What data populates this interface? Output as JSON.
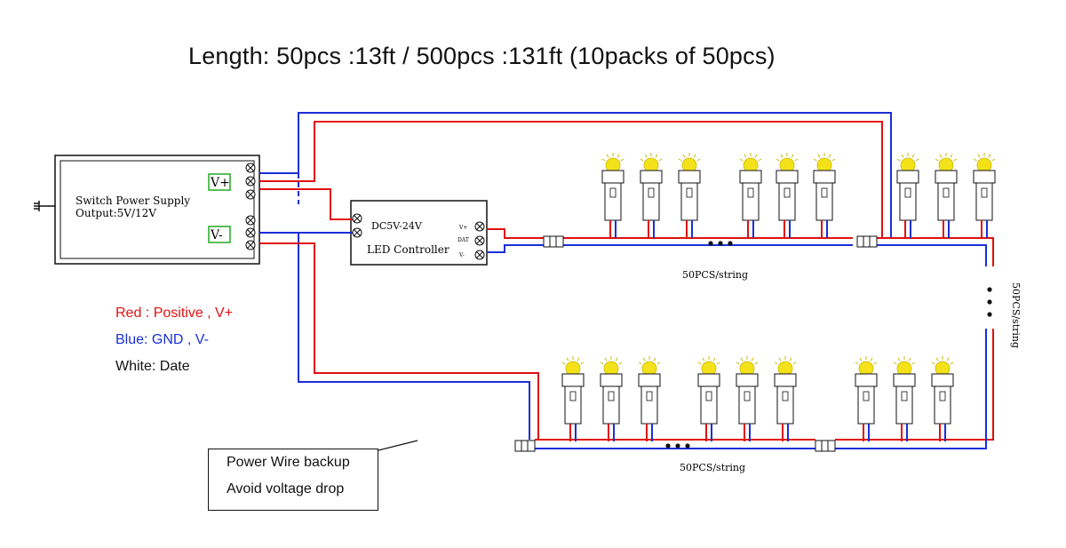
{
  "title": "Length:  50pcs :13ft  / 500pcs :131ft (10packs of 50pcs)",
  "power_supply": {
    "line1": "Switch Power Supply",
    "line2": "Output:5V/12V",
    "vplus": "V+",
    "vminus": "V-"
  },
  "controller": {
    "label_top": "DC5V-24V",
    "label_main": "LED Controller",
    "pin_vplus": "V+",
    "pin_dat": "DAT",
    "pin_vminus": "V-"
  },
  "strings": {
    "top_label": "50PCS/string",
    "bottom_label": "50PCS/string",
    "side_label": "50PCS/string"
  },
  "legend": {
    "red": "Red : Positive  , V+",
    "blue": "Blue: GND , V-",
    "white": "White: Date"
  },
  "note": {
    "line1": "Power Wire backup",
    "line2": "Avoid voltage drop"
  },
  "colors": {
    "red": "#e01010",
    "blue": "#1a2fd6",
    "green": "#22aa22",
    "led": "#f3e21a",
    "black": "#111111"
  }
}
